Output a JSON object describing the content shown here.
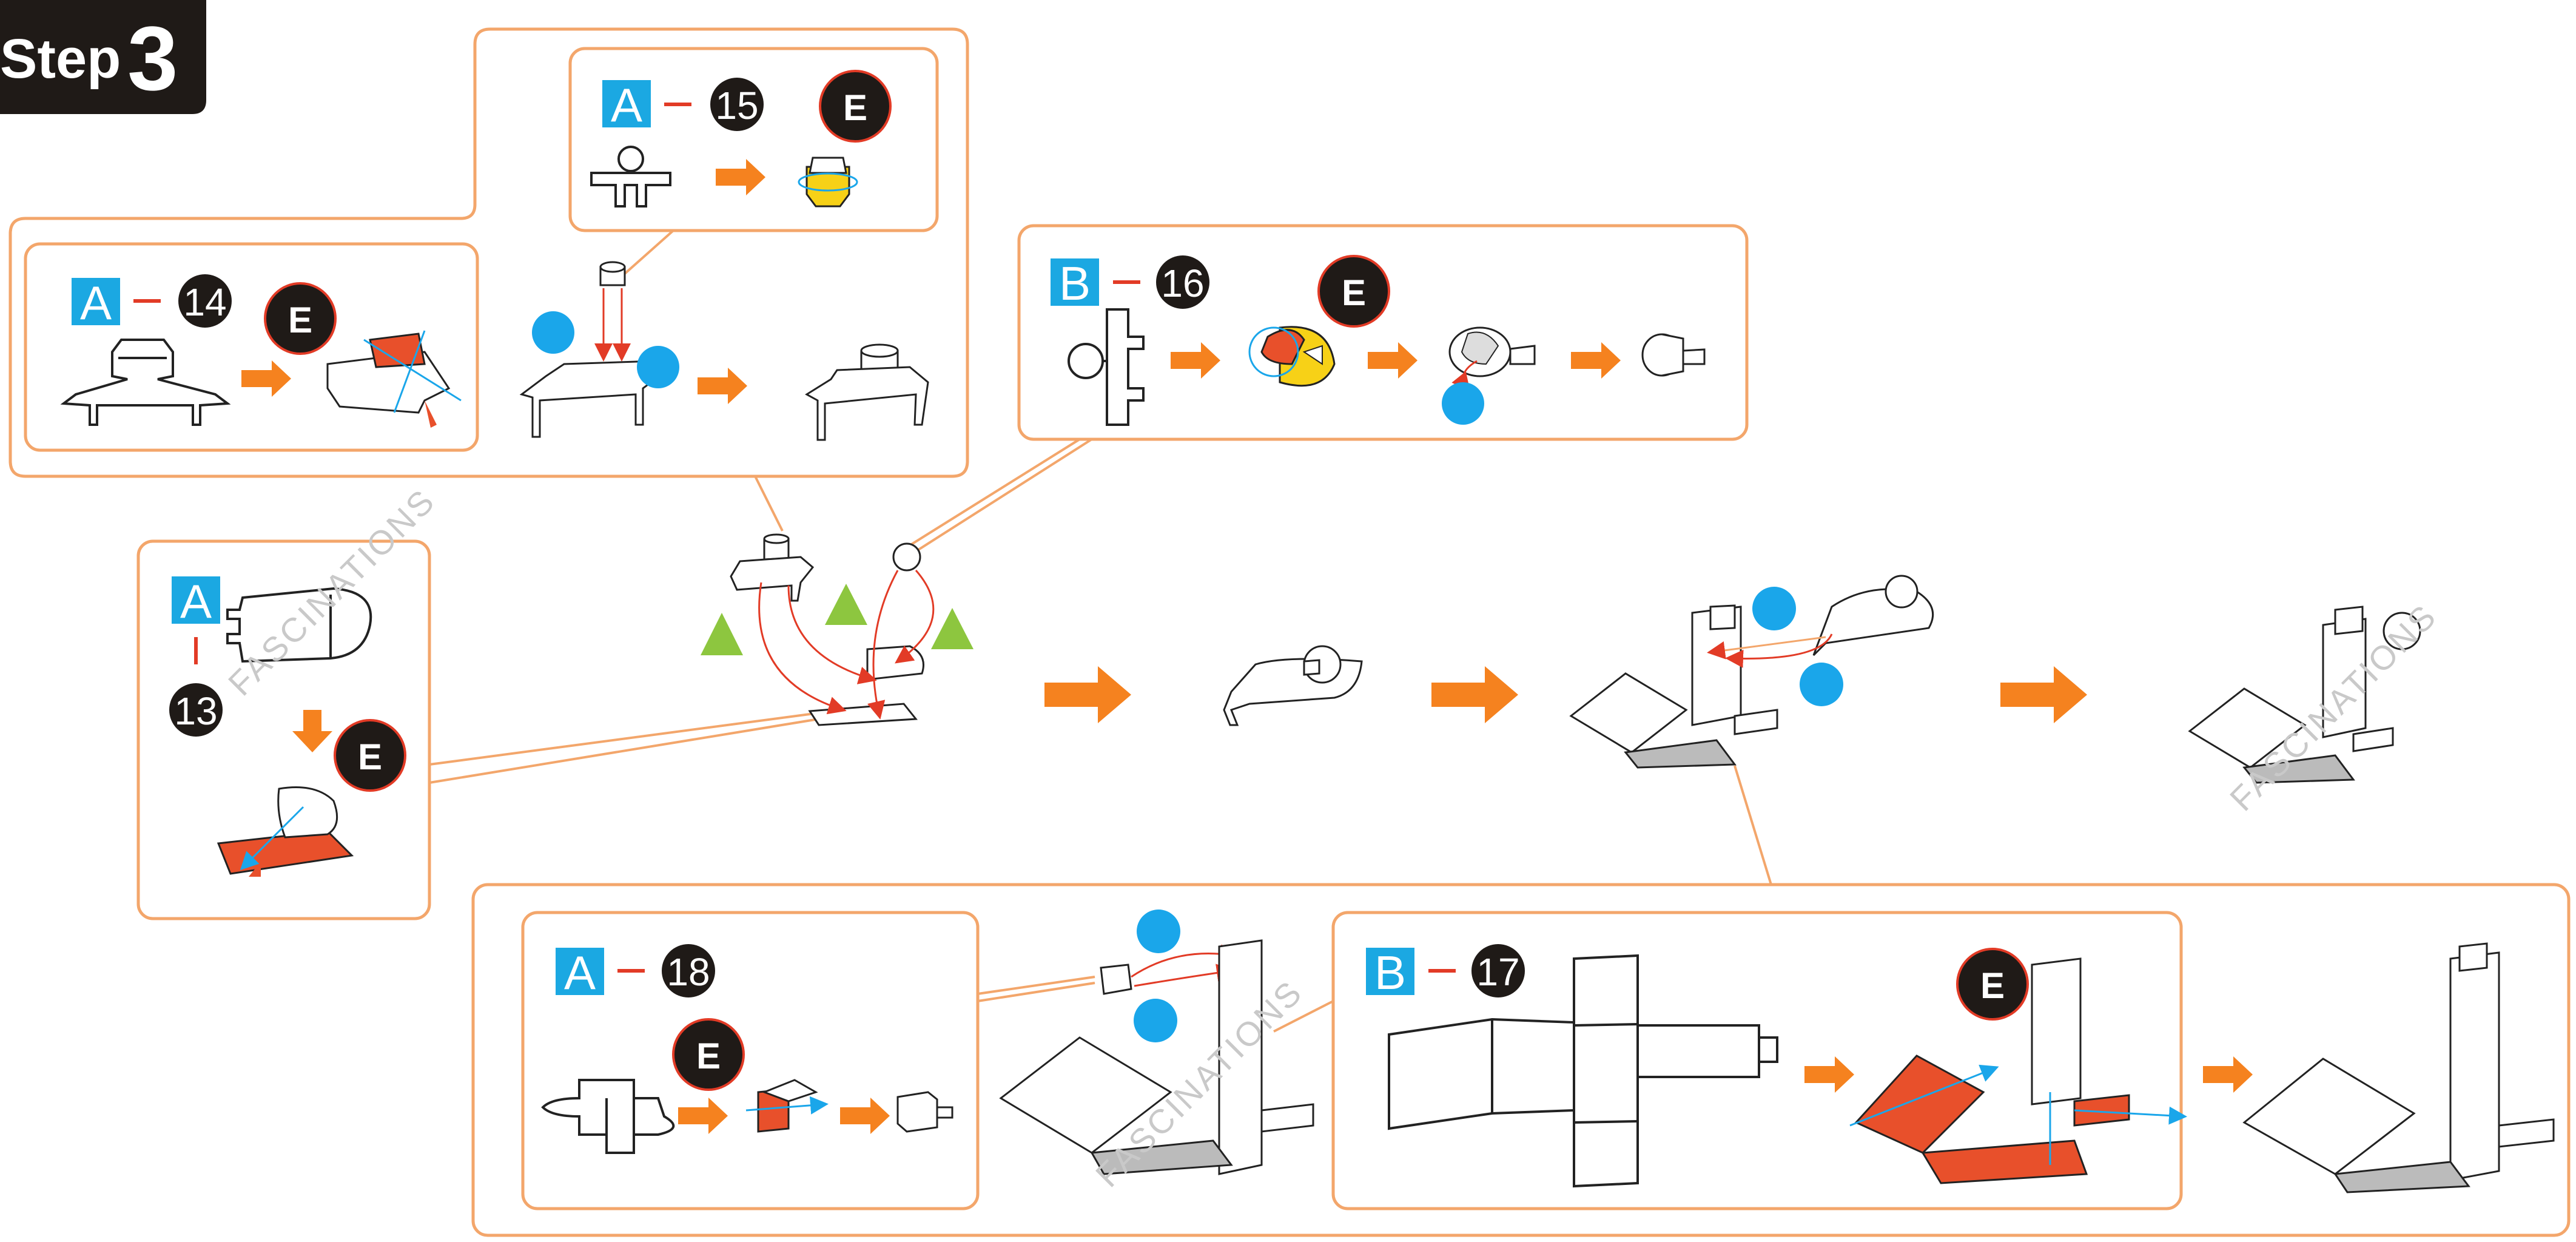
{
  "header": {
    "step_word": "Step",
    "step_number": "3"
  },
  "legend_codes": {
    "edge_badge": "E"
  },
  "panels": {
    "p15": {
      "sheet": "A",
      "piece": "15"
    },
    "p14": {
      "sheet": "A",
      "piece": "14"
    },
    "p16": {
      "sheet": "B",
      "piece": "16"
    },
    "p13": {
      "sheet": "A",
      "piece": "13"
    },
    "p18": {
      "sheet": "A",
      "piece": "18"
    },
    "p17": {
      "sheet": "B",
      "piece": "17"
    }
  },
  "watermark": "FASCINATIONS",
  "colors": {
    "panel_border": "#f3a66b",
    "arrow": "#f5821f",
    "sheet_badge": "#1ba8e2",
    "number_badge": "#1f1a17",
    "glue_dot": "#1aa6ea",
    "fold_mark": "#8dc63f",
    "red_part": "#e8502b",
    "yellow_part": "#f7d117",
    "guide_line": "#e23b26"
  }
}
